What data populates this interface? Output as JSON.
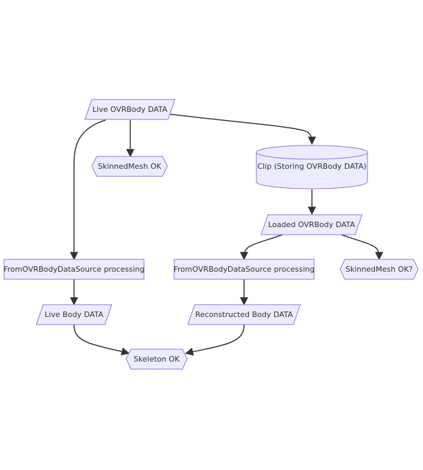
{
  "diagram": {
    "type": "flowchart",
    "nodes": {
      "live_ovrbody": {
        "label": "Live OVRBody DATA",
        "shape": "parallelogram"
      },
      "skinned_ok": {
        "label": "SkinnedMesh OK",
        "shape": "hexagon"
      },
      "clip": {
        "label": "Clip (Storing OVRBody DATA)",
        "shape": "cylinder"
      },
      "loaded_ovrbody": {
        "label": "Loaded OVRBody DATA",
        "shape": "parallelogram"
      },
      "fromovr_left": {
        "label": "FromOVRBodyDataSource processing",
        "shape": "rectangle"
      },
      "fromovr_right": {
        "label": "FromOVRBodyDataSource processing",
        "shape": "rectangle"
      },
      "skinned_ok_q": {
        "label": "SkinnedMesh OK?",
        "shape": "hexagon"
      },
      "live_body": {
        "label": "Live Body DATA",
        "shape": "parallelogram"
      },
      "reconstructed": {
        "label": "Reconstructed Body DATA",
        "shape": "parallelogram"
      },
      "skeleton_ok": {
        "label": "Skeleton OK",
        "shape": "hexagon"
      }
    },
    "edges": [
      {
        "from": "live_ovrbody",
        "to": "skinned_ok"
      },
      {
        "from": "live_ovrbody",
        "to": "fromovr_left"
      },
      {
        "from": "live_ovrbody",
        "to": "clip"
      },
      {
        "from": "clip",
        "to": "loaded_ovrbody"
      },
      {
        "from": "loaded_ovrbody",
        "to": "fromovr_right"
      },
      {
        "from": "loaded_ovrbody",
        "to": "skinned_ok_q"
      },
      {
        "from": "fromovr_left",
        "to": "live_body"
      },
      {
        "from": "fromovr_right",
        "to": "reconstructed"
      },
      {
        "from": "live_body",
        "to": "skeleton_ok"
      },
      {
        "from": "reconstructed",
        "to": "skeleton_ok"
      }
    ],
    "colors": {
      "node_fill": "#ECECFF",
      "node_stroke": "#9370DB",
      "edge": "#333333",
      "text": "#333333"
    }
  }
}
